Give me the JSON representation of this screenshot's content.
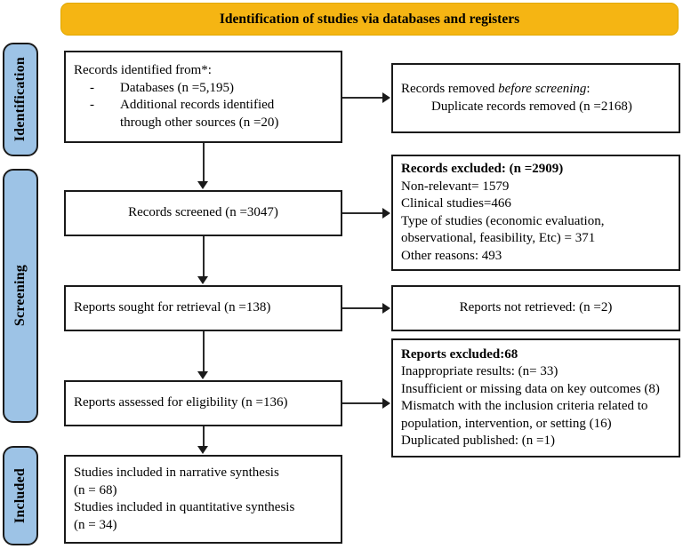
{
  "diagram": {
    "type": "prisma-flow-diagram",
    "header": {
      "title": "Identification of studies via databases and registers",
      "color": "#F5B513"
    },
    "phases": [
      {
        "id": "identification",
        "label": "Identification",
        "color": "#9DC3E6"
      },
      {
        "id": "screening",
        "label": "Screening",
        "color": "#9DC3E6"
      },
      {
        "id": "included",
        "label": "Included",
        "color": "#9DC3E6"
      }
    ],
    "boxes": {
      "records_identified": {
        "line1": "Records identified from*:",
        "bullet1_dash": "-",
        "bullet1": "Databases (n =5,195)",
        "bullet2_dash": "-",
        "bullet2": "Additional records identified",
        "bullet2_cont": "through other sources (n =20)"
      },
      "records_removed": {
        "line1_pre": "Records removed ",
        "line1_em": "before screening",
        "line1_post": ":",
        "line2": "Duplicate records removed (n =2168)"
      },
      "records_screened": {
        "line1": "Records screened (n =3047)"
      },
      "records_excluded": {
        "line1": "Records excluded: (n =2909)",
        "line2": "Non-relevant= 1579",
        "line3": "Clinical studies=466",
        "line4": "Type of studies (economic evaluation, observational, feasibility, Etc) = 371",
        "line5": "Other reasons: 493"
      },
      "reports_sought": {
        "line1": "Reports sought for retrieval (n =138)"
      },
      "reports_not_retrieved": {
        "line1": "Reports not retrieved: (n =2)"
      },
      "reports_assessed": {
        "line1": "Reports assessed for eligibility (n =136)"
      },
      "reports_excluded": {
        "line1": "Reports excluded:68",
        "line2": "Inappropriate results: (n= 33)",
        "line3": "Insufficient or missing data on key outcomes (8)",
        "line4": "Mismatch with the inclusion criteria related to population, intervention, or setting (16)",
        "line5": "Duplicated published: (n =1)"
      },
      "studies_included": {
        "line1": "Studies included in narrative synthesis",
        "line2": "(n = 68)",
        "line3": "Studies included in quantitative synthesis",
        "line4": "(n = 34)"
      }
    }
  }
}
